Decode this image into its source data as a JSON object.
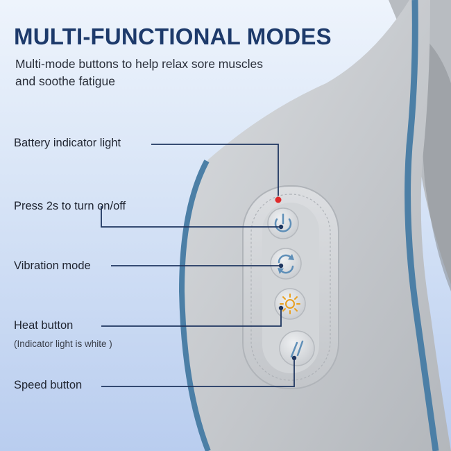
{
  "header": {
    "title": "MULTI-FUNCTIONAL MODES",
    "subtitle": "Multi-mode buttons to help relax sore muscles and soothe fatigue"
  },
  "callouts": [
    {
      "label": "Battery indicator light"
    },
    {
      "label": "Press 2s to turn on/off"
    },
    {
      "label": "Vibration mode"
    },
    {
      "label": "Heat button",
      "note": "(Indicator light is white )"
    },
    {
      "label": "Speed button"
    }
  ],
  "colors": {
    "title": "#1d3a6b",
    "leader_line": "#1f3660",
    "indicator_light": "#e02a2a",
    "device_body": "#c9ccd0",
    "piping": "#4c7fa6"
  },
  "icons": [
    "power-icon",
    "vibration-cycle-icon",
    "heat-sun-icon",
    "speed-icon"
  ]
}
